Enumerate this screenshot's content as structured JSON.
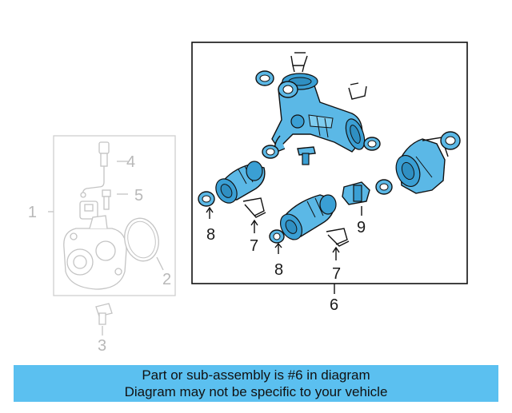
{
  "callouts": {
    "c1": "1",
    "c2": "2",
    "c3": "3",
    "c4": "4",
    "c5": "5",
    "c6": "6",
    "c7a": "7",
    "c7b": "7",
    "c8a": "8",
    "c8b": "8",
    "c9": "9"
  },
  "banner": {
    "line1": "Part or sub-assembly is #6 in diagram",
    "line2": "Diagram may not be specific to your vehicle"
  },
  "colors": {
    "highlight_part": "#5bb8e6",
    "banner_bg": "#5bc0f0",
    "ghost_part": "#c4c4c4"
  }
}
